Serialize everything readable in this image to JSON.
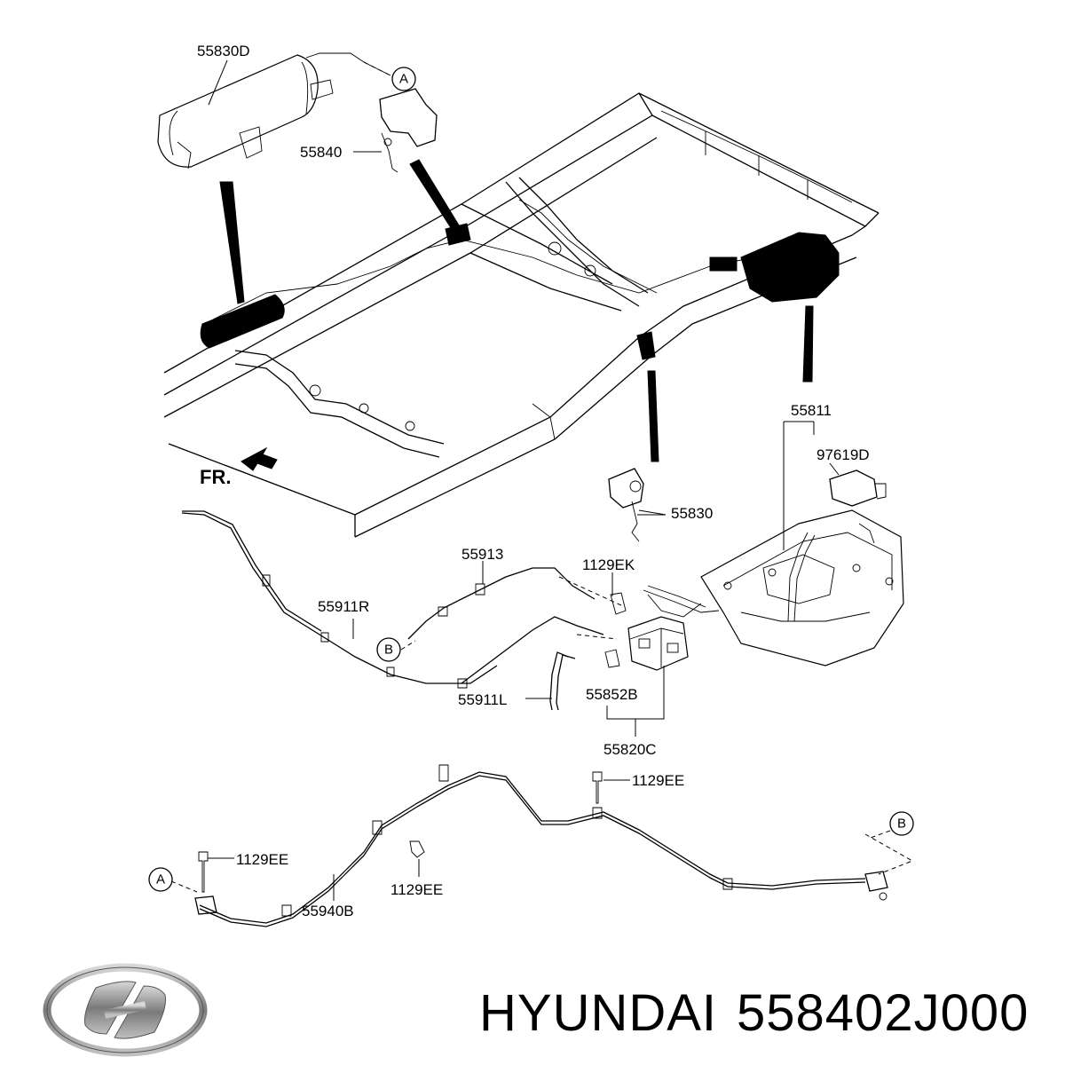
{
  "diagram": {
    "direction_label": "FR.",
    "parts": [
      {
        "id": "p1",
        "code": "55830D"
      },
      {
        "id": "p2",
        "code": "55840"
      },
      {
        "id": "p3",
        "code": "55811"
      },
      {
        "id": "p4",
        "code": "97619D"
      },
      {
        "id": "p5",
        "code": "55830"
      },
      {
        "id": "p6",
        "code": "55913"
      },
      {
        "id": "p7",
        "code": "1129EK"
      },
      {
        "id": "p8",
        "code": "55911R"
      },
      {
        "id": "p9",
        "code": "55911L"
      },
      {
        "id": "p10",
        "code": "55852B"
      },
      {
        "id": "p11",
        "code": "55820C"
      },
      {
        "id": "p12",
        "code": "1129EE"
      },
      {
        "id": "p13",
        "code": "1129EE"
      },
      {
        "id": "p14",
        "code": "1129EE"
      },
      {
        "id": "p15",
        "code": "55940B"
      }
    ],
    "connectors": [
      {
        "id": "cA1",
        "letter": "A"
      },
      {
        "id": "cB1",
        "letter": "B"
      },
      {
        "id": "cB2",
        "letter": "B"
      },
      {
        "id": "cA2",
        "letter": "A"
      }
    ]
  },
  "footer": {
    "brand": "HYUNDAI",
    "part_number": "558402J000",
    "logo_icon": "hyundai-logo-icon"
  }
}
